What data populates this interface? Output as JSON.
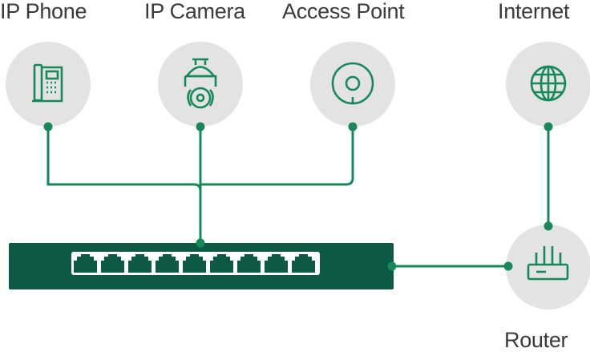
{
  "colors": {
    "line": "#16885a",
    "circle": "#e3e3e3",
    "switch": "#0c5a46",
    "port_strip": "#ffffff",
    "text": "#3a3a3a"
  },
  "devices": [
    {
      "key": "ip_phone",
      "label": "IP Phone",
      "icon": "phone-icon"
    },
    {
      "key": "ip_camera",
      "label": "IP Camera",
      "icon": "camera-icon"
    },
    {
      "key": "access_point",
      "label": "Access Point",
      "icon": "access-point-icon"
    },
    {
      "key": "internet",
      "label": "Internet",
      "icon": "globe-icon"
    },
    {
      "key": "router",
      "label": "Router",
      "icon": "router-icon"
    }
  ],
  "switch": {
    "port_count": 9
  }
}
